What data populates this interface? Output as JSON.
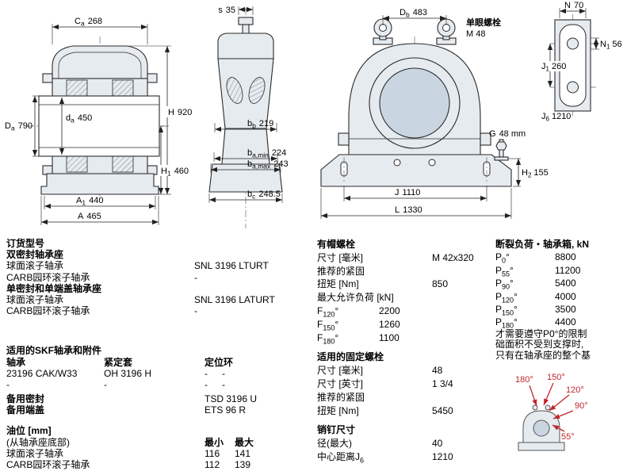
{
  "drawings": {
    "cross_section": {
      "ca": {
        "base": "C",
        "sub": "a",
        "value": "268"
      },
      "Da": {
        "base": "D",
        "sub": "a",
        "value": "790"
      },
      "da": {
        "base": "d",
        "sub": "a",
        "value": "450"
      },
      "H": {
        "base": "H",
        "value": "920"
      },
      "H1": {
        "base": "H",
        "sub": "1",
        "value": "460"
      },
      "A1": {
        "base": "A",
        "sub": "1",
        "value": "440"
      },
      "A": {
        "base": "A",
        "value": "465"
      }
    },
    "side_section": {
      "s": {
        "base": "s",
        "value": "35"
      },
      "bb": {
        "base": "b",
        "sub": "b",
        "value": "219"
      },
      "ba_min": {
        "base": "b",
        "sub": "a,min",
        "value": "224"
      },
      "ba_max": {
        "base": "b",
        "sub": "a,max",
        "value": "243"
      },
      "bc": {
        "base": "b",
        "sub": "c",
        "value": "248.5"
      }
    },
    "front_view": {
      "eyebolt_label": "单眼螺栓",
      "eyebolt_size": "M 48",
      "Db": {
        "base": "D",
        "sub": "b",
        "value": "483"
      },
      "G": {
        "base": "G",
        "value": "48 mm"
      },
      "H2": {
        "base": "H",
        "sub": "2",
        "value": "155"
      },
      "J": {
        "base": "J",
        "value": "1110"
      },
      "L": {
        "base": "L",
        "value": "1330"
      }
    },
    "top_view": {
      "N": {
        "base": "N",
        "value": "70"
      },
      "N1": {
        "base": "N",
        "sub": "1",
        "value": "56"
      },
      "J1": {
        "base": "J",
        "sub": "1",
        "value": "260"
      },
      "J6": {
        "base": "J",
        "sub": "6",
        "value": "1210"
      }
    }
  },
  "ordering": {
    "title": "订货型号",
    "double_seal_heading": "双密封轴承座",
    "rows1": [
      {
        "label": "球面滚子轴承",
        "value": "SNL 3196 LTURT"
      },
      {
        "label": "CARB园环滚子轴承",
        "value": "-"
      }
    ],
    "single_seal_heading": "单密封和单端盖轴承座",
    "rows2": [
      {
        "label": "球面滚子轴承",
        "value": "SNL 3196 LATURT"
      },
      {
        "label": "CARB园环滚子轴承",
        "value": "-"
      }
    ]
  },
  "bearings": {
    "title": "适用的SKF轴承和附件",
    "col1_header": "轴承",
    "col2_header": "紧定套",
    "col3_header": "定位环",
    "rows": [
      {
        "c1": "23196 CAK/W33",
        "c2": "OH 3196 H",
        "c3": "-",
        "c4": "-"
      },
      {
        "c1": "-",
        "c2": "-",
        "c3": "-",
        "c4": "-"
      }
    ],
    "spare_seal_label": "备用密封",
    "spare_seal_value": "TSD 3196 U",
    "spare_cover_label": "备用端盖",
    "spare_cover_value": "ETS 96 R"
  },
  "oil_level": {
    "title": "油位 [mm]",
    "subtitle": "(从轴承座底部)",
    "min_header": "最小",
    "max_header": "最大",
    "rows": [
      {
        "label": "球面滚子轴承",
        "min": "116",
        "max": "141"
      },
      {
        "label": "CARB园环滚子轴承",
        "min": "112",
        "max": "139"
      }
    ]
  },
  "cap_bolts": {
    "title": "有帽螺栓",
    "size_label": "尺寸 [毫米]",
    "size_value": "M 42x320",
    "tighten_label": "推荐的紧固",
    "torque_label": "扭矩 [Nm]",
    "torque_value": "850",
    "max_load_label": "最大允许负荷 [kN]",
    "loads": [
      {
        "base": "F",
        "sub": "120",
        "suffix": "°",
        "value": "2200"
      },
      {
        "base": "F",
        "sub": "150",
        "suffix": "°",
        "value": "1260"
      },
      {
        "base": "F",
        "sub": "180",
        "suffix": "°",
        "value": "1100"
      }
    ]
  },
  "attachment_bolts": {
    "title": "适用的固定螺栓",
    "size_mm_label": "尺寸 [毫米]",
    "size_mm_value": "48",
    "size_in_label": "尺寸 [英寸]",
    "size_in_value": "1 3/4",
    "tighten_label": "推荐的紧固",
    "torque_label": "扭矩 [Nm]",
    "torque_value": "5450"
  },
  "pins": {
    "title": "销钉尺寸",
    "dia_label": "径(最大)",
    "dia_value": "40",
    "cc_label": "中心距离J",
    "cc_sub": "6",
    "cc_value": "1210"
  },
  "breaking_loads": {
    "title": "断裂负荷・轴承箱, kN",
    "rows": [
      {
        "base": "P",
        "sub": "0",
        "suffix": "°",
        "value": "8800"
      },
      {
        "base": "P",
        "sub": "55",
        "suffix": "°",
        "value": "11200"
      },
      {
        "base": "P",
        "sub": "90",
        "suffix": "°",
        "value": "5400"
      },
      {
        "base": "P",
        "sub": "120",
        "suffix": "°",
        "value": "4000"
      },
      {
        "base": "P",
        "sub": "150",
        "suffix": "°",
        "value": "3500"
      },
      {
        "base": "P",
        "sub": "180",
        "suffix": "°",
        "value": "4400"
      }
    ],
    "note_lines": [
      "才需要遵守P0°的限制",
      "础面积不受到支撑时,",
      "只有在轴承座的整个基"
    ],
    "angles": [
      "180°",
      "150°",
      "120°",
      "90°",
      "55°"
    ]
  }
}
